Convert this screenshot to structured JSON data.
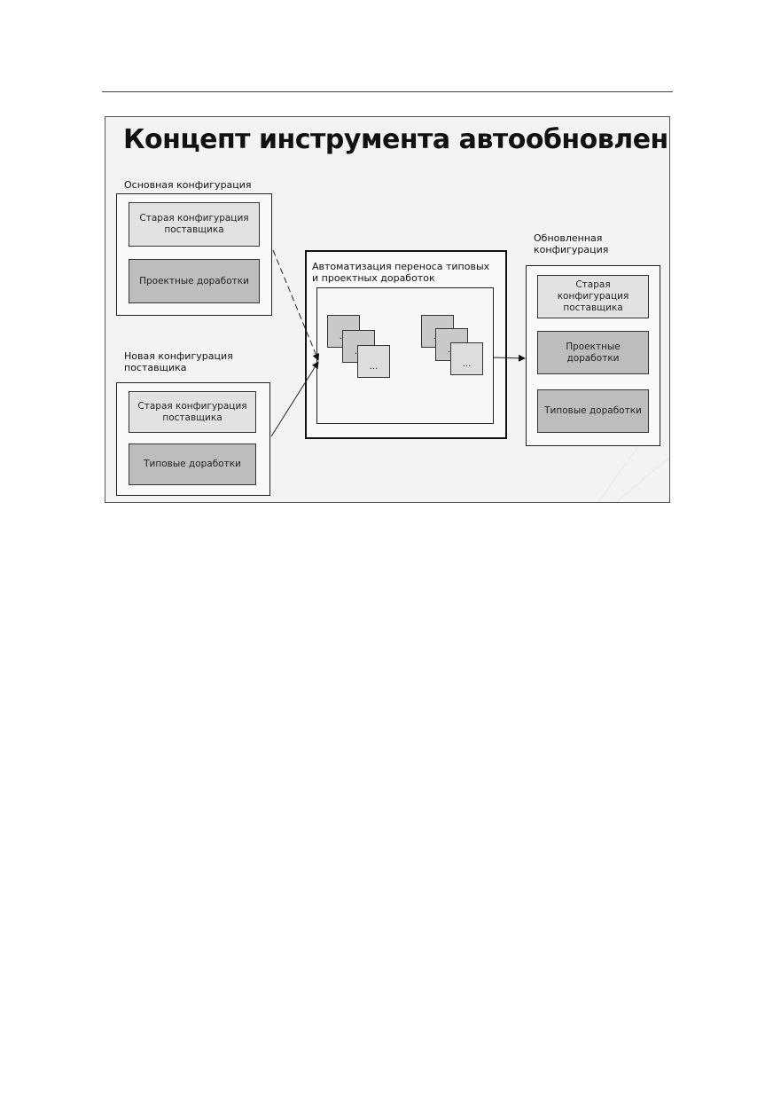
{
  "slide": {
    "title": "Концепт инструмента автообновления"
  },
  "main_config": {
    "label": "Основная конфигурация",
    "box1": "Старая конфигурация поставщика",
    "box2": "Проектные доработки"
  },
  "new_config": {
    "label": "Новая конфигурация поставщика",
    "box1": "Старая конфигурация поставщика",
    "box2": "Типовые доработки"
  },
  "automation": {
    "label": "Автоматизация переноса типовых и проектных доработок",
    "ellipsis": "..."
  },
  "updated_config": {
    "label": "Обновленная конфигурация",
    "box1": "Старая конфигурация поставщика",
    "box2": "Проектные доработки",
    "box3": "Типовые доработки"
  }
}
